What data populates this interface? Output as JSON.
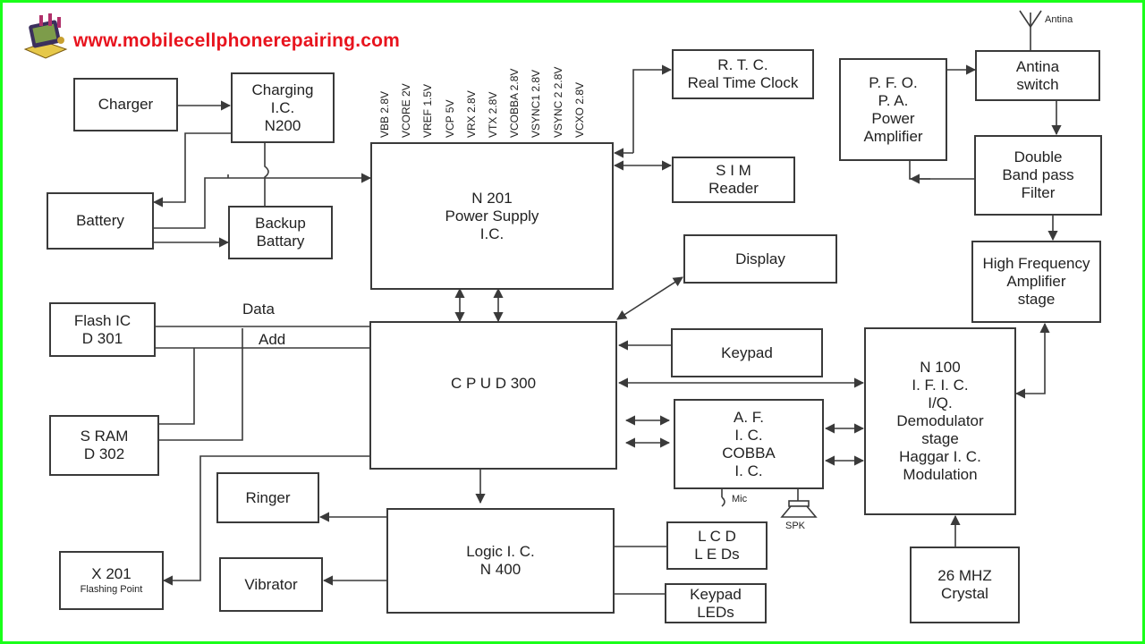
{
  "header": {
    "site_url": "www.mobilecellphonerepairing.com"
  },
  "blocks": {
    "charger": "Charger",
    "charging_ic": "Charging\nI.C.\nN200",
    "battery": "Battery",
    "backup_battery": "Backup\nBattary",
    "power_supply": "N 201\nPower Supply\nI.C.",
    "rtc": "R. T. C.\nReal Time Clock",
    "sim_reader": "S I M\nReader",
    "pfo_pa": "P. F. O.\nP. A.\nPower\nAmplifier",
    "antenna_switch": "Antina\nswitch",
    "band_pass": "Double\nBand pass\nFilter",
    "hf_amp": "High Frequency\nAmplifier\nstage",
    "display": "Display",
    "flash_ic": "Flash IC\nD 301",
    "sram": "S RAM\nD 302",
    "cpu": "C P U  D 300",
    "keypad": "Keypad",
    "audio_ic": "A. F.\nI. C.\nCOBBA\nI. C.",
    "if_ic": "N 100\nI. F. I. C.\nI/Q.\nDemodulator\nstage\nHaggar I. C.\nModulation",
    "ringer": "Ringer",
    "logic_ic": "Logic I. C.\nN 400",
    "lcd_leds": "L C D\nL E Ds",
    "vibrator": "Vibrator",
    "keypad_leds": "Keypad\nLEDs",
    "x201_title": "X 201",
    "x201_sub": "Flashing Point",
    "crystal": "26 MHZ\nCrystal"
  },
  "labels": {
    "data": "Data",
    "add": "Add",
    "antenna": "Antina",
    "mic": "Mic",
    "spk": "SPK"
  },
  "voltage_rails": [
    "VBB 2.8V",
    "VCORE 2V",
    "VREF 1.5V",
    "VCP 5V",
    "VRX 2.8V",
    "VTX 2.8V",
    "VCOBBA 2.8V",
    "VSYNC1 2.8V",
    "VSYNC 2 2.8V",
    "VCXO 2.8V"
  ],
  "colors": {
    "frame": "#1aff1a",
    "site_url": "#e8141e",
    "lines": "#3a3a3a"
  },
  "icons": {
    "logo": "phone-repair-logo-icon",
    "antenna": "antenna-icon",
    "speaker": "speaker-icon",
    "microphone": "microphone-icon"
  }
}
